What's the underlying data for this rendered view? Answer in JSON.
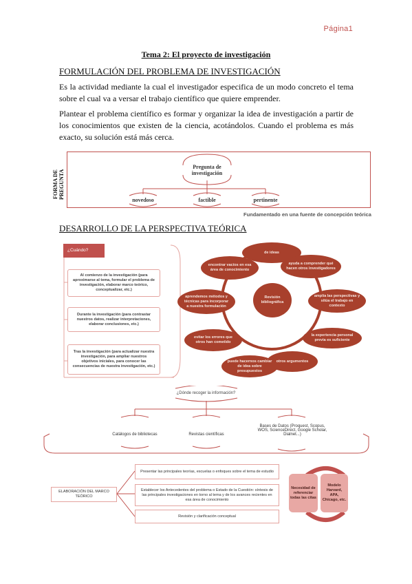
{
  "header": {
    "page_label": "Página1"
  },
  "title": "Tema 2: El proyecto de investigación",
  "section1": {
    "heading": "FORMULACIÓN DEL PROBLEMA DE INVESTIGACIÓN",
    "p1": "Es la actividad mediante la cual el investigador especifica de un modo concreto el tema sobre el cual va a versar el trabajo científico que quiere emprender.",
    "p2": "Plantear el problema científico es formar y organizar la idea de investigación a partir de los conocimientos que existen de la ciencia, acotándolos. Cuando el problema es más exacto, su solución está más cerca."
  },
  "figure1": {
    "side_label": "FORMA DE PREGUNTA",
    "center": "Pregunta de investigación",
    "nodes": [
      "novedoso",
      "factible",
      "pertinente"
    ],
    "caption": "Fundamentado en una fuente de concepción teórica"
  },
  "section2": {
    "heading": "DESARROLLO DE LA PERSPECTIVA TEÓRICA"
  },
  "figure2": {
    "tag": "¿Cuándo?",
    "left_items": [
      "Al comienzo de la investigación (para aproximarse al tema, formular el problema de investigación, elaborar marco teórico, conceptualizar, etc.)",
      "Durante la investigación (para contrastar nuestros datos, realizar interpretaciones, elaborar conclusiones, etc.)",
      "Tras la investigación (para actualizar nuestra investigación, para ampliar nuestros objetivos iniciales, para conocer las consecuencias de nuestra investigación, etc.)"
    ],
    "center": "Revisión bibliográfica",
    "cycle": [
      "de ideas",
      "ayuda a comprender qué hacen otros investigadores",
      "amplía las perspectivas y sitúa el trabajo en contexto",
      "la experiencia personal previa es suficiente",
      "otros argumentos",
      "puede hacernos cambiar de idea sobre presupuestos",
      "evitar los errores que otros han cometido",
      "aprendemos métodos y técnicas para incorporar a nuestra formulación",
      "encontrar vacíos en esa área de conocimiento"
    ]
  },
  "figure3": {
    "question": "¿Dónde recoger la información?",
    "sources": [
      "Catálogos de bibliotecas",
      "Revistas científicas",
      "Bases de Datos (Proquest, Scopus, WOS, ScienceDirect, Google Scholar, Dialnet...)"
    ]
  },
  "figure4": {
    "left": "ELABORACIÓN DEL MARCO TEÓRICO",
    "items": [
      "Presentar las principales teorías, escuelas o enfoques sobre el tema de estudio",
      "Establecer los Antecedentes del problema o Estado de la Cuestión: síntesis de las principales investigaciones en torno al tema y de los avances recientes en esa área de conocimiento",
      "Revisión y clarificación conceptual"
    ],
    "cycle_left": "Necesidad de referenciar todas las citas",
    "cycle_right": "Modelo Harvard, APA, Chicago, etc."
  }
}
